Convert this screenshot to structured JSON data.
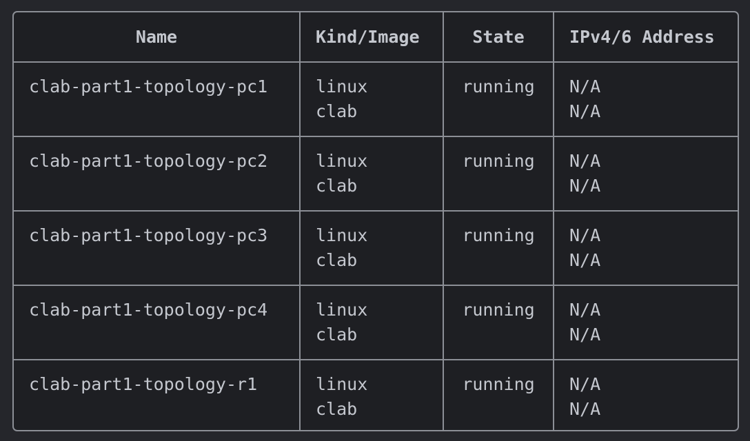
{
  "table": {
    "headers": {
      "name": "Name",
      "kind_image": "Kind/Image",
      "state": "State",
      "address": "IPv4/6 Address"
    },
    "rows": [
      {
        "name": "clab-part1-topology-pc1",
        "kind": "linux",
        "image": "clab",
        "state": "running",
        "ipv4": "N/A",
        "ipv6": "N/A"
      },
      {
        "name": "clab-part1-topology-pc2",
        "kind": "linux",
        "image": "clab",
        "state": "running",
        "ipv4": "N/A",
        "ipv6": "N/A"
      },
      {
        "name": "clab-part1-topology-pc3",
        "kind": "linux",
        "image": "clab",
        "state": "running",
        "ipv4": "N/A",
        "ipv6": "N/A"
      },
      {
        "name": "clab-part1-topology-pc4",
        "kind": "linux",
        "image": "clab",
        "state": "running",
        "ipv4": "N/A",
        "ipv6": "N/A"
      },
      {
        "name": "clab-part1-topology-r1",
        "kind": "linux",
        "image": "clab",
        "state": "running",
        "ipv4": "N/A",
        "ipv6": "N/A"
      }
    ]
  },
  "colors": {
    "background": "#25262b",
    "table_background": "#1e1f23",
    "border": "#8c8f96",
    "text": "#c4c7ce"
  }
}
